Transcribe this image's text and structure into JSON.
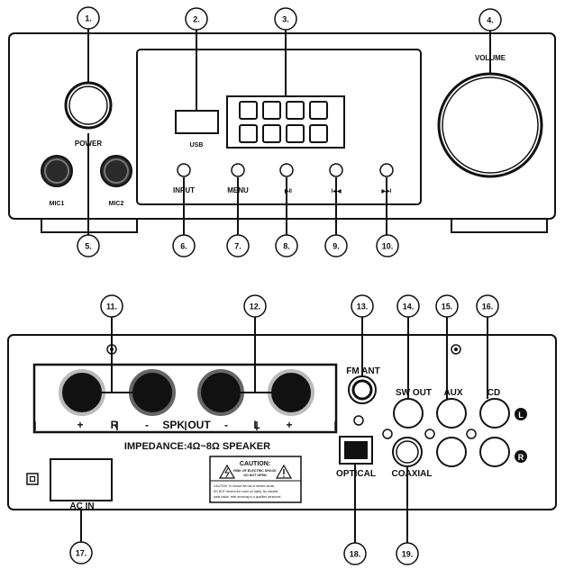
{
  "front": {
    "callouts": [
      {
        "num": "1."
      },
      {
        "num": "2."
      },
      {
        "num": "3."
      },
      {
        "num": "4."
      },
      {
        "num": "5."
      },
      {
        "num": "6."
      },
      {
        "num": "7."
      },
      {
        "num": "8."
      },
      {
        "num": "9."
      },
      {
        "num": "10."
      }
    ],
    "labels": {
      "power": "POWER",
      "usb": "USB",
      "volume": "VOLUME",
      "mic1": "MIC1",
      "mic2": "MIC2",
      "input": "INPUT",
      "menu": "MENU",
      "play": "▶II",
      "prev": "I◀◀",
      "next": "▶▶I"
    }
  },
  "back": {
    "callouts": [
      {
        "num": "11."
      },
      {
        "num": "12."
      },
      {
        "num": "13."
      },
      {
        "num": "14."
      },
      {
        "num": "15."
      },
      {
        "num": "16."
      },
      {
        "num": "17."
      },
      {
        "num": "18."
      },
      {
        "num": "19."
      }
    ],
    "labels": {
      "plus_left": "+",
      "r": "R",
      "minus_left": "-",
      "spk_out": "SPK OUT",
      "minus_right": "-",
      "l": "L",
      "plus_right": "+",
      "impedance": "IMPEDANCE:4Ω~8Ω SPEAKER",
      "fm_ant": "FM ANT",
      "sw_out": "SW OUT",
      "aux": "AUX",
      "cd": "CD",
      "l_badge": "L",
      "r_badge": "R",
      "optical": "OPTICAL",
      "coaxial": "COAXIAL",
      "ac_in": "AC IN",
      "caution_title": "CAUTION:",
      "caution_line1": "RISK OF ELECTRIC SHOCK",
      "caution_line2": "DO NOT OPEN",
      "caution_body1": "CAUTION: To reduce the risk of electric shock,",
      "caution_body2": "DO NOT remove the cover (or back). No useable",
      "caution_body3": "parts inside, refer servicing to a qualified personnel."
    }
  }
}
